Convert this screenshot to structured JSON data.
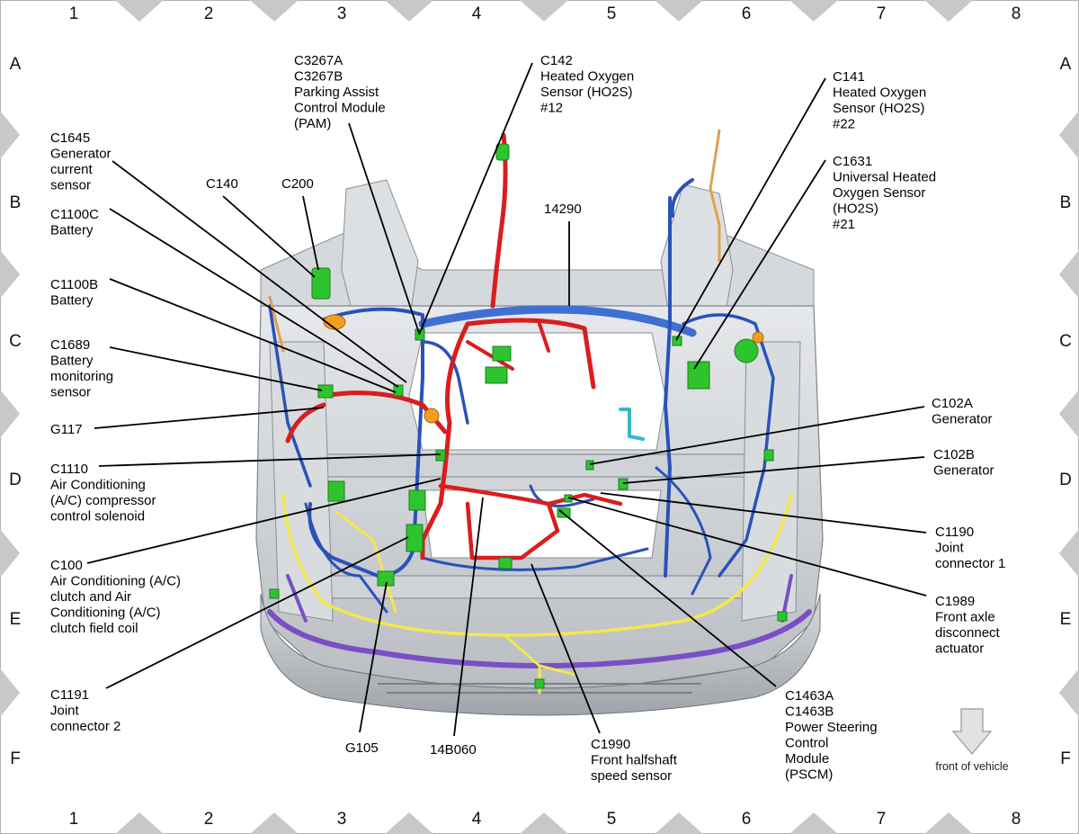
{
  "grid": {
    "columns": [
      "1",
      "2",
      "3",
      "4",
      "5",
      "6",
      "7",
      "8"
    ],
    "rows": [
      "A",
      "B",
      "C",
      "D",
      "E",
      "F"
    ]
  },
  "callouts": [
    {
      "id": "c3267",
      "lines": [
        "C3267A",
        "C3267B",
        "Parking Assist",
        "Control Module",
        "(PAM)"
      ]
    },
    {
      "id": "c142",
      "lines": [
        "C142",
        "Heated Oxygen",
        "Sensor (HO2S)",
        "#12"
      ]
    },
    {
      "id": "c141",
      "lines": [
        "C141",
        "Heated Oxygen",
        "Sensor (HO2S)",
        "#22"
      ]
    },
    {
      "id": "c1645",
      "lines": [
        "C1645",
        "Generator",
        "current",
        "sensor"
      ]
    },
    {
      "id": "c1631",
      "lines": [
        "C1631",
        "Universal Heated",
        "Oxygen Sensor",
        "(HO2S)",
        "#21"
      ]
    },
    {
      "id": "c140",
      "lines": [
        "C140"
      ]
    },
    {
      "id": "c200",
      "lines": [
        "C200"
      ]
    },
    {
      "id": "c1100c",
      "lines": [
        "C1100C",
        "Battery"
      ]
    },
    {
      "id": "w14290",
      "lines": [
        "14290"
      ]
    },
    {
      "id": "c1100b",
      "lines": [
        "C1100B",
        "Battery"
      ]
    },
    {
      "id": "c1689",
      "lines": [
        "C1689",
        "Battery",
        "monitoring",
        "sensor"
      ]
    },
    {
      "id": "g117",
      "lines": [
        "G117"
      ]
    },
    {
      "id": "c102a",
      "lines": [
        "C102A",
        "Generator"
      ]
    },
    {
      "id": "c1110",
      "lines": [
        "C1110",
        "Air Conditioning",
        "(A/C) compressor",
        "control solenoid"
      ]
    },
    {
      "id": "c102b",
      "lines": [
        "C102B",
        "Generator"
      ]
    },
    {
      "id": "c1190",
      "lines": [
        "C1190",
        "Joint",
        "connector 1"
      ]
    },
    {
      "id": "c100",
      "lines": [
        "C100",
        "Air Conditioning (A/C)",
        "clutch and Air",
        "Conditioning (A/C)",
        "clutch field coil"
      ]
    },
    {
      "id": "c1989",
      "lines": [
        "C1989",
        "Front axle",
        "disconnect",
        "actuator"
      ]
    },
    {
      "id": "c1191",
      "lines": [
        "C1191",
        "Joint",
        "connector 2"
      ]
    },
    {
      "id": "c1463",
      "lines": [
        "C1463A",
        "C1463B",
        "Power Steering",
        "Control",
        "Module",
        "(PSCM)"
      ]
    },
    {
      "id": "g105",
      "lines": [
        "G105"
      ]
    },
    {
      "id": "w14b060",
      "lines": [
        "14B060"
      ]
    },
    {
      "id": "c1990",
      "lines": [
        "C1990",
        "Front halfshaft",
        "speed sensor"
      ]
    }
  ],
  "front_label": "front of vehicle",
  "colors": {
    "harness_red": "#d81e1e",
    "harness_blue": "#2a52b8",
    "harness_yellow": "#f2e84a",
    "harness_purple": "#7a4fc4",
    "connector_green": "#2ec42e",
    "connector_orange": "#f0a020",
    "frame_gray": "#c9ccd0",
    "marker_gray": "#c8c8c8"
  }
}
